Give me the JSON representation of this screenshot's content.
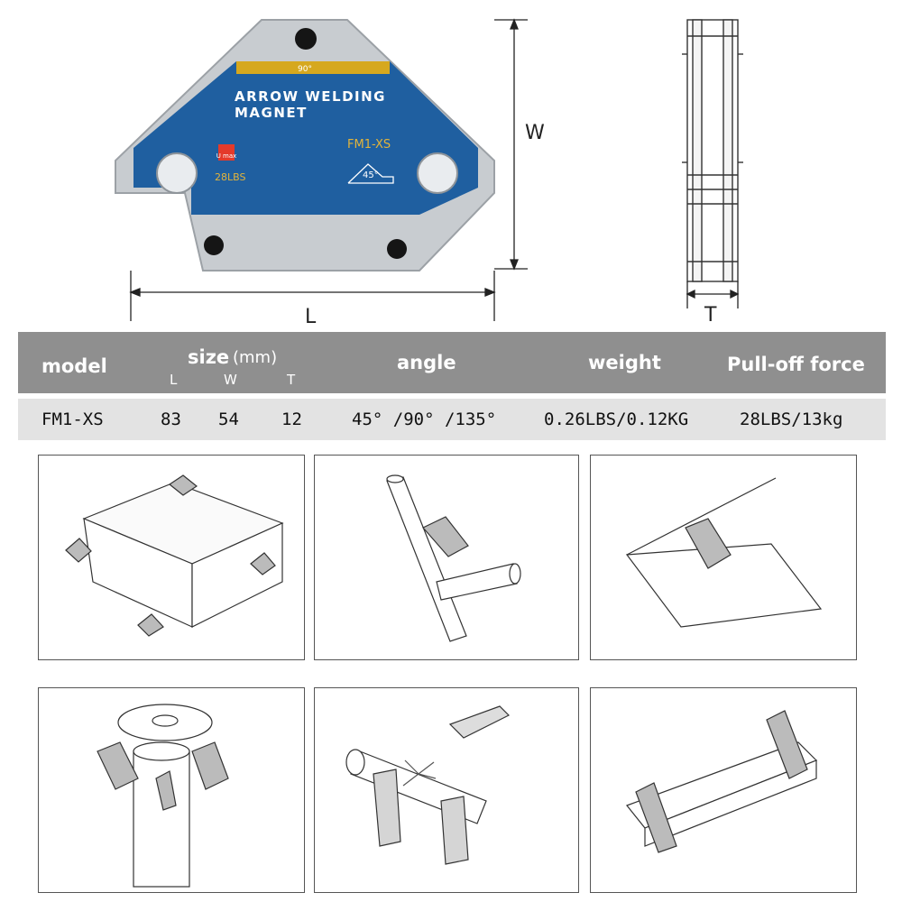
{
  "product": {
    "angle_tab": "90°",
    "title_line1": "ARROW WELDING",
    "title_line2": "MAGNET",
    "model": "FM1-XS",
    "angle": "45°",
    "brand_mark": "U max",
    "load": "28LBS",
    "colors": {
      "body": "#1f5fa0",
      "strip": "#d6a81e",
      "metal": "#c7cbcf",
      "hole": "#151515"
    }
  },
  "dimensions": {
    "length": "L",
    "width": "W",
    "thickness": "T"
  },
  "spec_table": {
    "headers": {
      "model": "model",
      "size": "size",
      "size_unit": "(mm)",
      "size_L": "L",
      "size_W": "W",
      "size_T": "T",
      "angle": "angle",
      "weight": "weight",
      "pull": "Pull-off force"
    },
    "row": {
      "model": "FM1-XS",
      "L": "83",
      "W": "54",
      "T": "12",
      "angle": "45° /90° /135°",
      "weight": "0.26LBS/0.12KG",
      "pull": "28LBS/13kg"
    }
  },
  "usage_panels": [
    {
      "name": "usage-box-frame"
    },
    {
      "name": "usage-pipe-joint"
    },
    {
      "name": "usage-sheet-angle"
    },
    {
      "name": "usage-flange-pipe"
    },
    {
      "name": "usage-welding-pipe"
    },
    {
      "name": "usage-angle-channel"
    }
  ]
}
